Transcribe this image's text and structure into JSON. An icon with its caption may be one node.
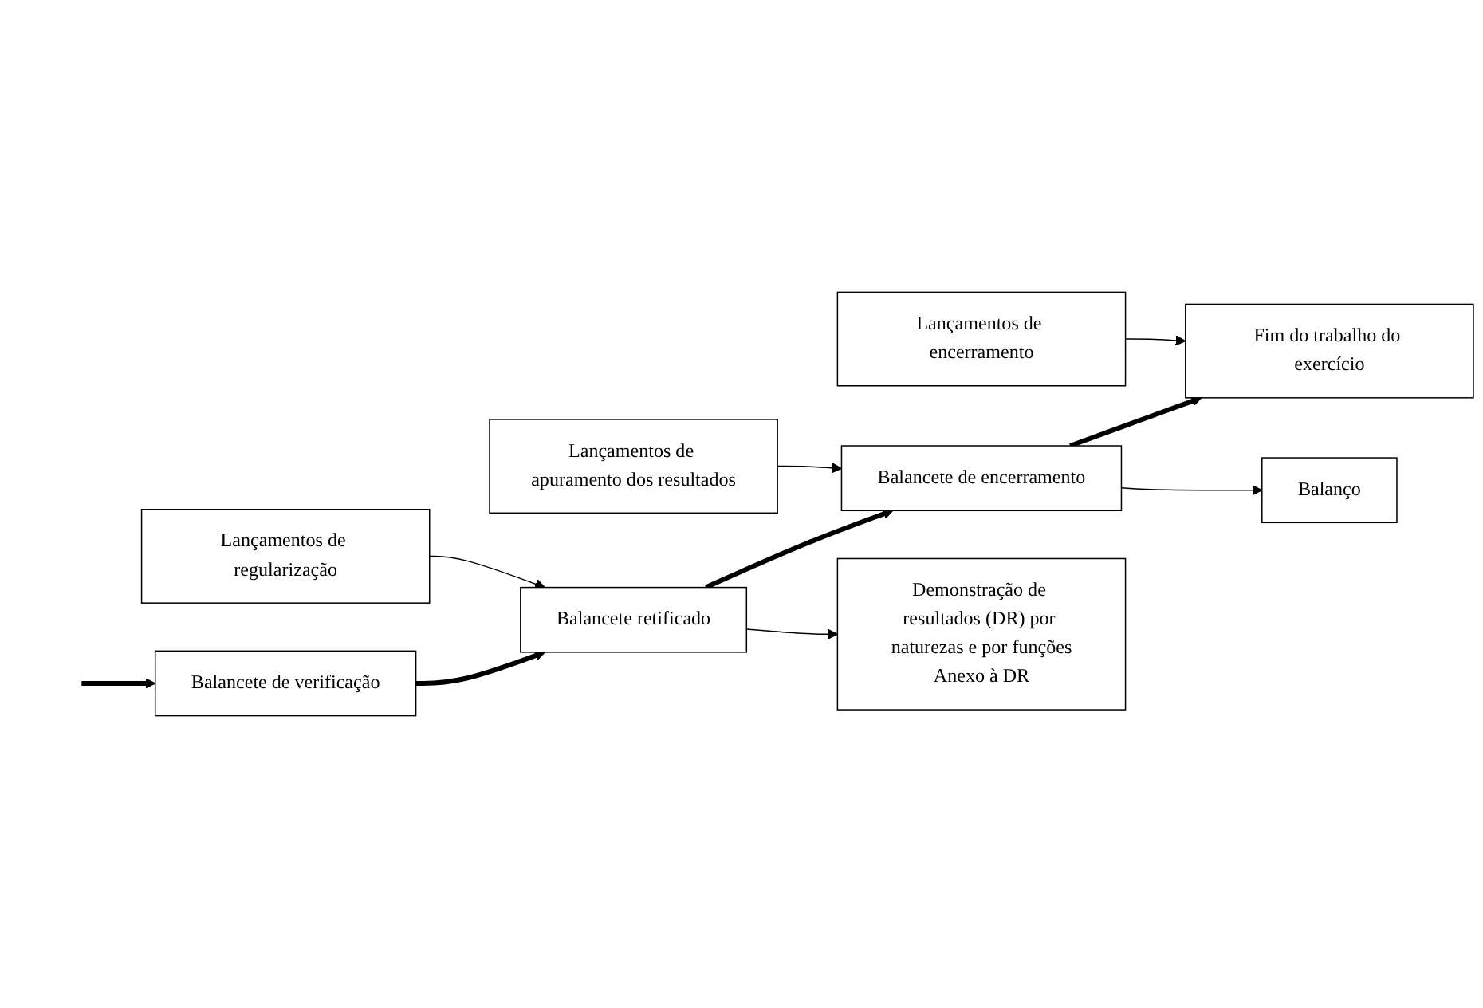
{
  "diagram": {
    "nodes": [
      {
        "text": [
          "Lançamentos de regularização"
        ]
      },
      {
        "text": [
          "Lançamentos de apuramento dos resultados"
        ]
      },
      {
        "text": [
          "Lançamentos de encerramento"
        ]
      },
      {
        "text": [
          "Balancete de verificação"
        ]
      },
      {
        "text": [
          "Balancete retificado"
        ]
      },
      {
        "text": [
          "Balancete de encerramento"
        ]
      },
      {
        "text": [
          "Fim do trabalho do exercício"
        ]
      },
      {
        "text": [
          "Demonstração de resultados (DR) por naturezas e por funções",
          "Anexo à DR"
        ]
      },
      {
        "text": [
          "Balanço"
        ]
      }
    ],
    "edges": [
      {
        "from": null,
        "to": 3,
        "arrow": "to",
        "style": "thick"
      },
      {
        "from": 3,
        "to": 4,
        "arrow": "to",
        "style": "thick"
      },
      {
        "from": 4,
        "to": 5,
        "arrow": "to",
        "style": "thick"
      },
      {
        "from": 5,
        "to": 6,
        "arrow": "to",
        "style": "thick"
      },
      {
        "from": 0,
        "to": 4,
        "arrow": "to"
      },
      {
        "from": 1,
        "to": 5,
        "arrow": "to"
      },
      {
        "from": 2,
        "to": 6,
        "arrow": "to"
      },
      {
        "from": 4,
        "to": 7,
        "arrow": "to"
      },
      {
        "from": 5,
        "to": 8,
        "arrow": "to"
      }
    ]
  }
}
